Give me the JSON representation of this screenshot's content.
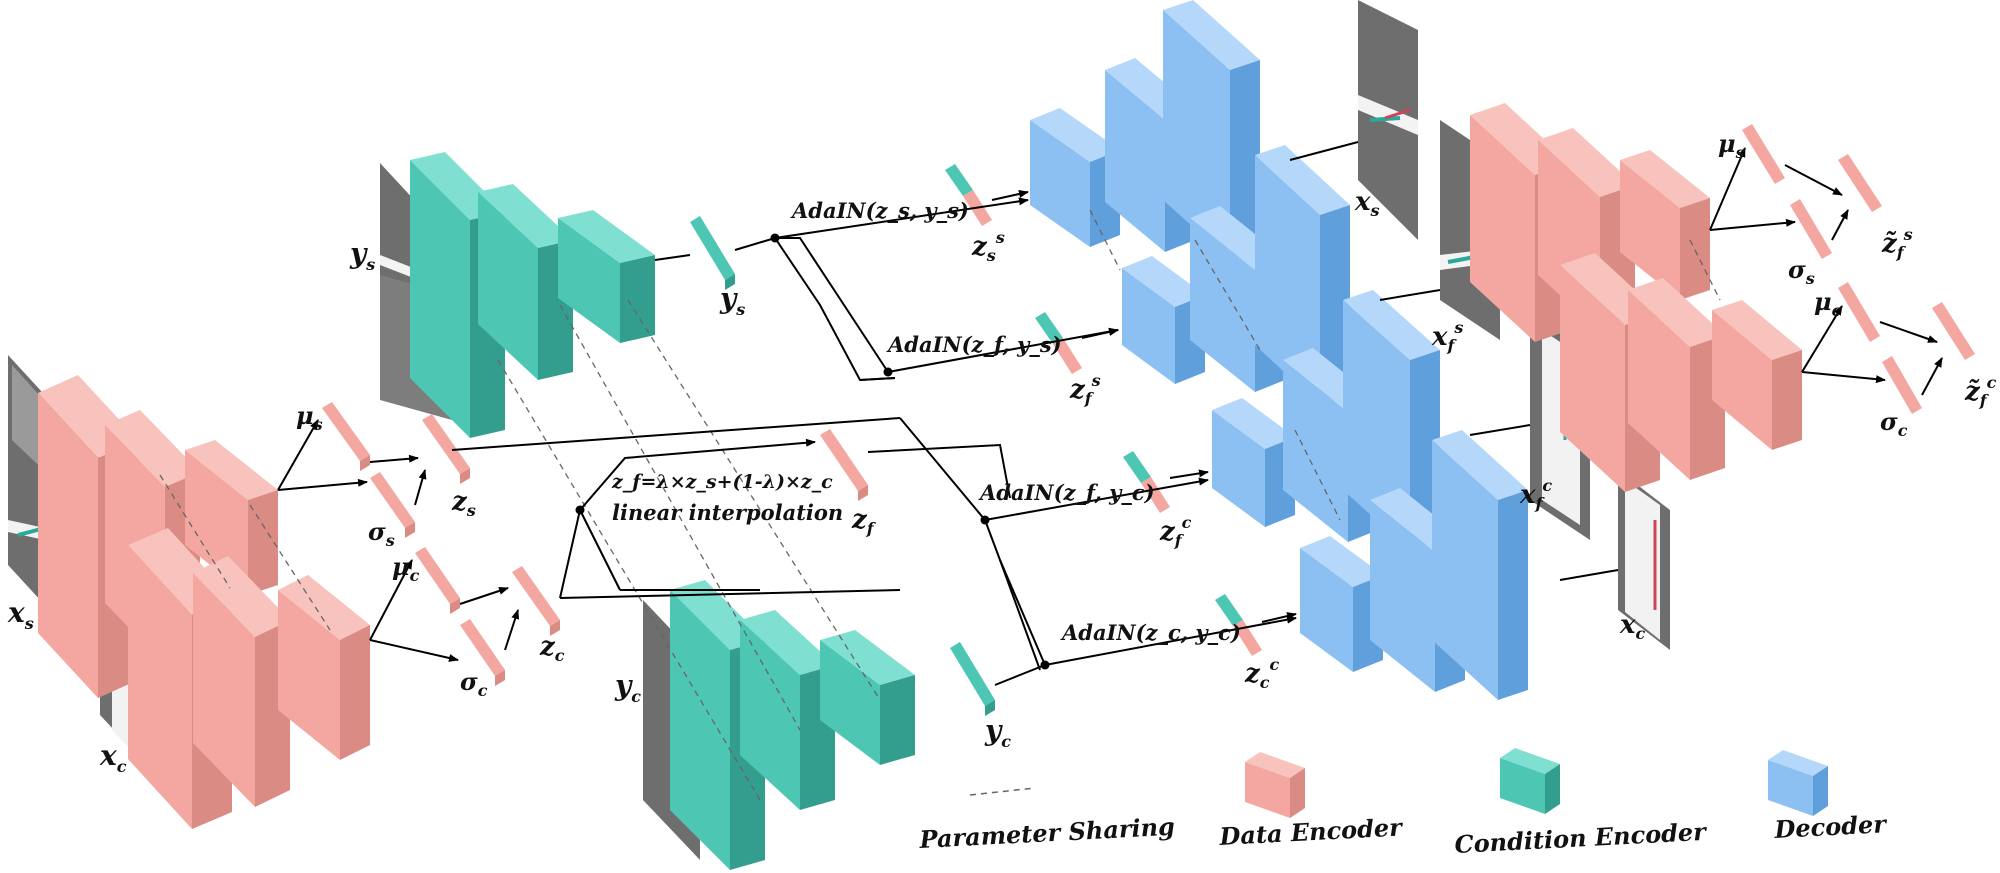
{
  "colors": {
    "data_encoder": "#f4a7a0",
    "condition_encoder": "#4dc7b4",
    "decoder": "#8cc0f2",
    "arrow": "#000000",
    "parameter_sharing": "#666666"
  },
  "labels": {
    "xs_left": "x",
    "xs_left_sub": "s",
    "xc_left": "x",
    "xc_left_sub": "c",
    "ys_top": "y",
    "ys_top_sub": "s",
    "ys_mid": "y",
    "ys_mid_sub": "s",
    "yc_left": "y",
    "yc_left_sub": "c",
    "yc_mid": "y",
    "yc_mid_sub": "c",
    "mu_s": "μ",
    "mu_s_sub": "s",
    "sigma_s": "σ",
    "sigma_s_sub": "s",
    "mu_c": "μ",
    "mu_c_sub": "c",
    "sigma_c": "σ",
    "sigma_c_sub": "c",
    "z_s": "z",
    "z_s_sub": "s",
    "z_c": "z",
    "z_c_sub": "c",
    "z_f": "z",
    "z_f_sub": "f",
    "interp_formula": "z_f=λ×z_s+(1-λ)×z_c",
    "interp_caption": "linear interpolation",
    "adain_1": "AdaIN(z_s, y_s)",
    "adain_2": "AdaIN(z_f, y_s)",
    "adain_3": "AdaIN(z_f, y_c)",
    "adain_4": "AdaIN(z_c, y_c)",
    "zss": "z",
    "zss_sub": "s",
    "zss_sup": "s",
    "zfs": "z",
    "zfs_sub": "f",
    "zfs_sup": "s",
    "zfc": "z",
    "zfc_sub": "f",
    "zfc_sup": "c",
    "zcc": "z",
    "zcc_sub": "c",
    "zcc_sup": "c",
    "out_xs": "x",
    "out_xs_sub": "s",
    "out_xfs": "x",
    "out_xfs_sub": "f",
    "out_xfs_sup": "s",
    "out_xfc": "x",
    "out_xfc_sub": "f",
    "out_xfc_sup": "c",
    "out_xc": "x",
    "out_xc_sub": "c",
    "mu_s_r": "μ",
    "mu_s_r_sub": "s",
    "sigma_s_r": "σ",
    "sigma_s_r_sub": "s",
    "mu_c_r": "μ",
    "mu_c_r_sub": "c",
    "sigma_c_r": "σ",
    "sigma_c_r_sub": "c",
    "zt_s": "z̃",
    "zt_s_sub": "f",
    "zt_s_sup": "s",
    "zt_c": "z̃",
    "zt_c_sub": "f",
    "zt_c_sup": "c"
  },
  "legend": {
    "parameter_sharing": "Parameter Sharing",
    "data_encoder": "Data Encoder",
    "condition_encoder": "Condition Encoder",
    "decoder": "Decoder"
  }
}
